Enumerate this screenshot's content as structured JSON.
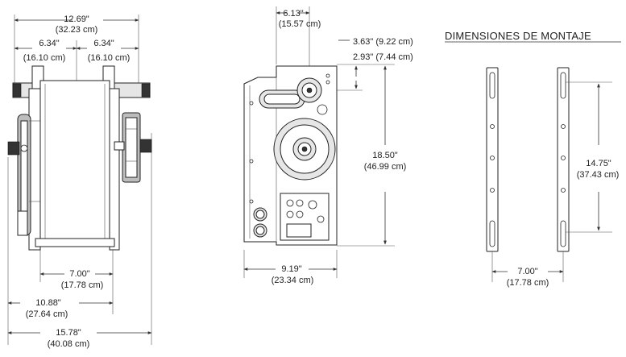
{
  "title": "DIMENSIONES DE MONTAJE",
  "side_view": {
    "overall_width_in": "12.69\"",
    "overall_width_cm": "(32.23 cm)",
    "left_half_in": "6.34\"",
    "left_half_cm": "(16.10 cm)",
    "right_half_in": "6.34\"",
    "right_half_cm": "(16.10 cm)",
    "body_depth_in": "7.00\"",
    "body_depth_cm": "(17.78 cm)",
    "to_flange_in": "10.88\"",
    "to_flange_cm": "(27.64 cm)",
    "overall_depth_in": "15.78\"",
    "overall_depth_cm": "(40.08 cm)"
  },
  "front_view": {
    "sprocket_offset_in": "6.13\"",
    "sprocket_offset_cm": "(15.57 cm)",
    "top_offset_1": "3.63\" (9.22 cm)",
    "top_offset_2": "2.93\" (7.44 cm)",
    "height_in": "18.50\"",
    "height_cm": "(46.99 cm)",
    "width_in": "9.19\"",
    "width_cm": "(23.34 cm)"
  },
  "mounting": {
    "spacing_in": "7.00\"",
    "spacing_cm": "(17.78 cm)",
    "slot_span_in": "14.75\"",
    "slot_span_cm": "(37.43 cm)"
  }
}
